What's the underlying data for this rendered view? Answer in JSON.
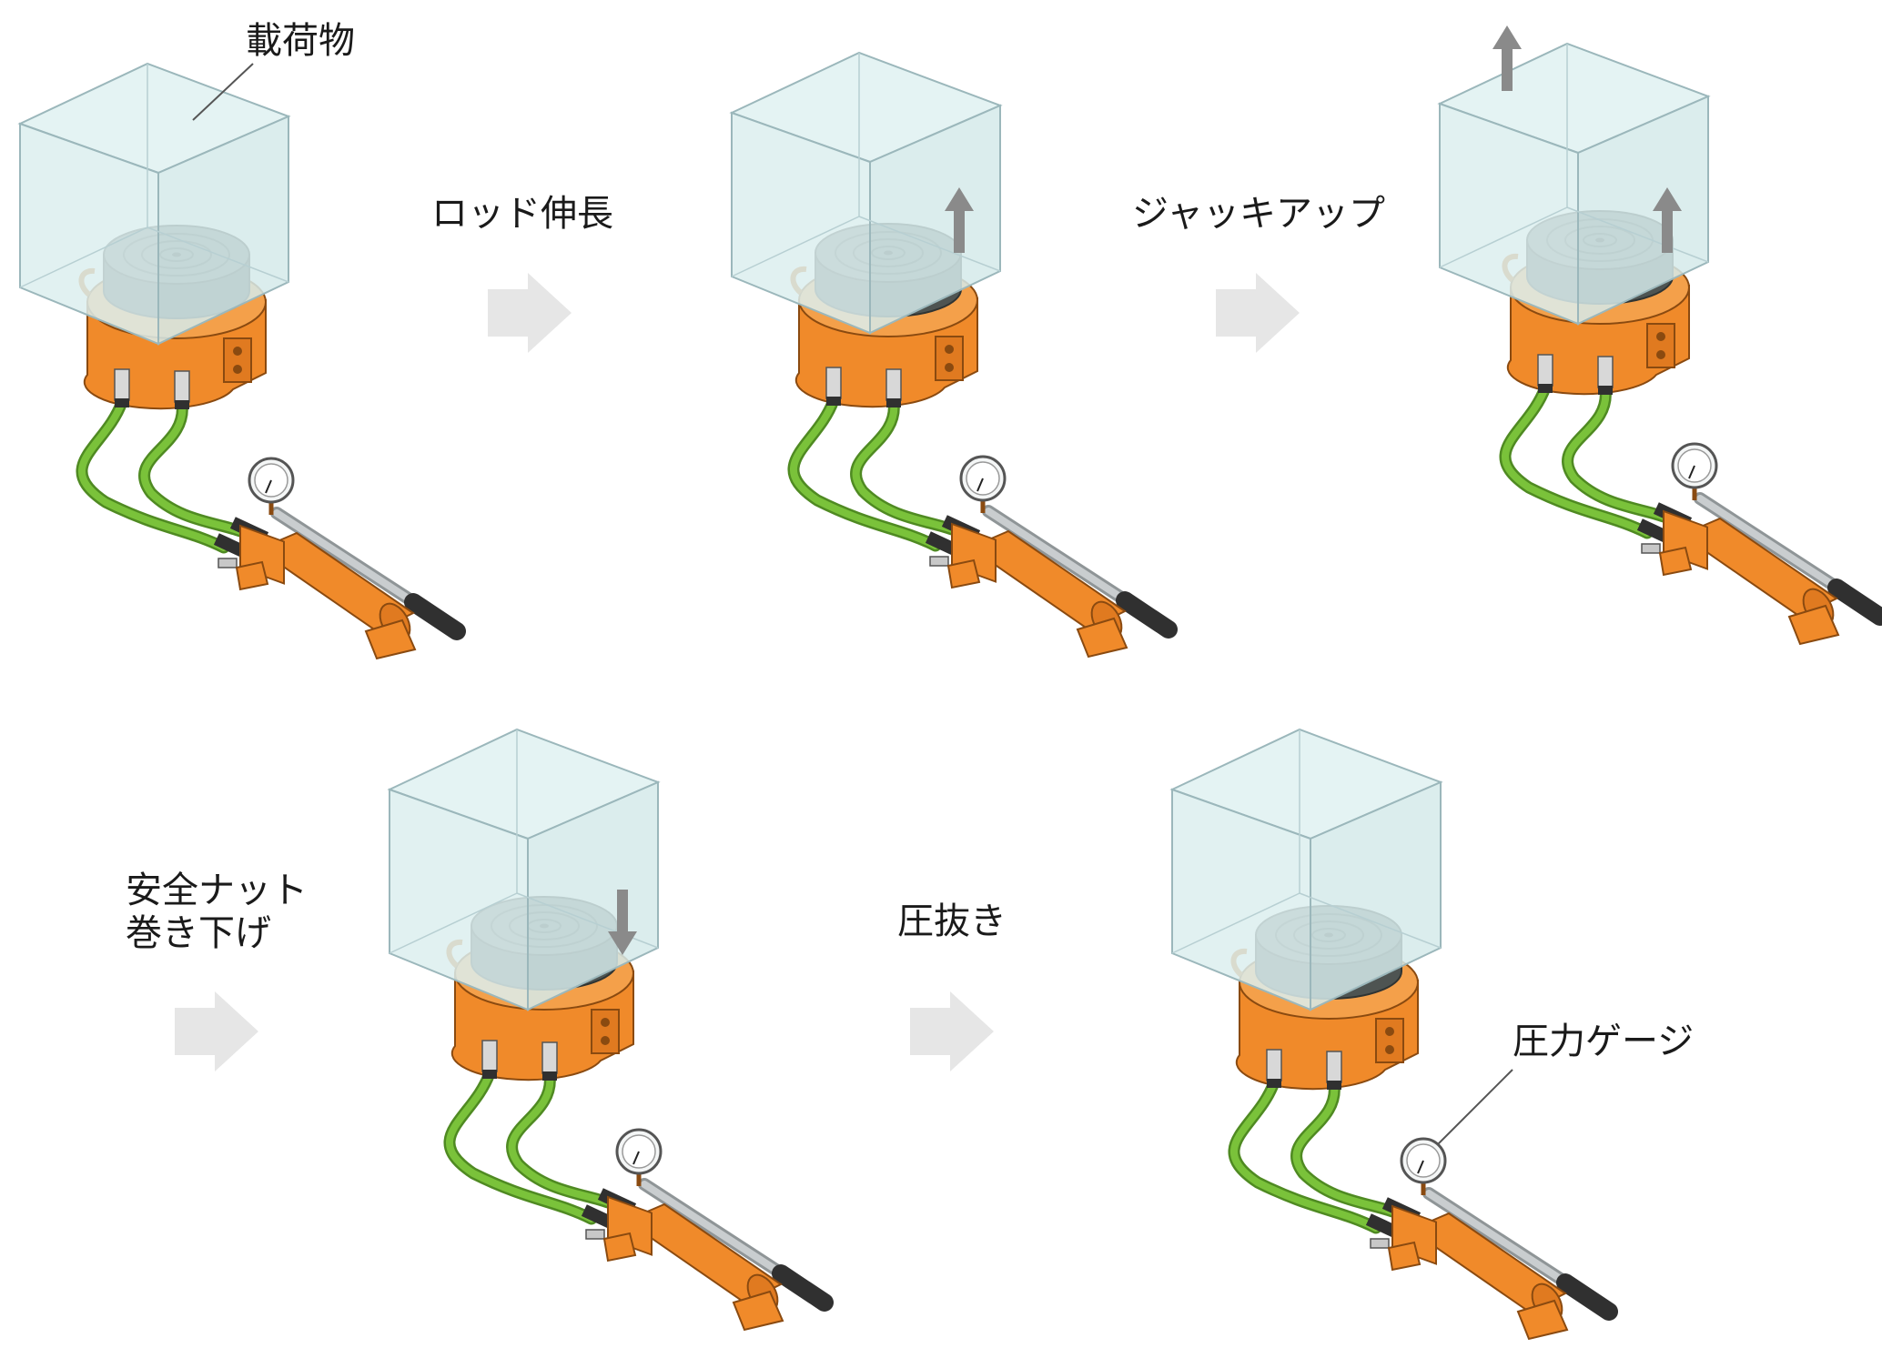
{
  "labels": {
    "load": "載荷物",
    "rod_extend": "ロッド伸長",
    "jack_up": "ジャッキアップ",
    "safety_nut_line1": "安全ナット",
    "safety_nut_line2": "巻き下げ",
    "release": "圧抜き",
    "pressure_gauge": "圧力ゲージ"
  },
  "colors": {
    "jack_body": "#f08a2a",
    "jack_body_dark": "#c86a18",
    "ram": "#6e7472",
    "ram_dark": "#4e5452",
    "hose": "#7ac23a",
    "hose_dark": "#4f8a22",
    "load_fill": "#e1f1f1",
    "load_edge": "#9bb7bb",
    "step_arrow": "#e6e6e6",
    "motion_arrow": "#8a8a8a",
    "pump_handle": "#b9bec0",
    "grip": "#303030"
  },
  "icons": {
    "step_arrow": "chevron-right-arrow",
    "motion_up": "arrow-up",
    "motion_down": "arrow-down"
  }
}
